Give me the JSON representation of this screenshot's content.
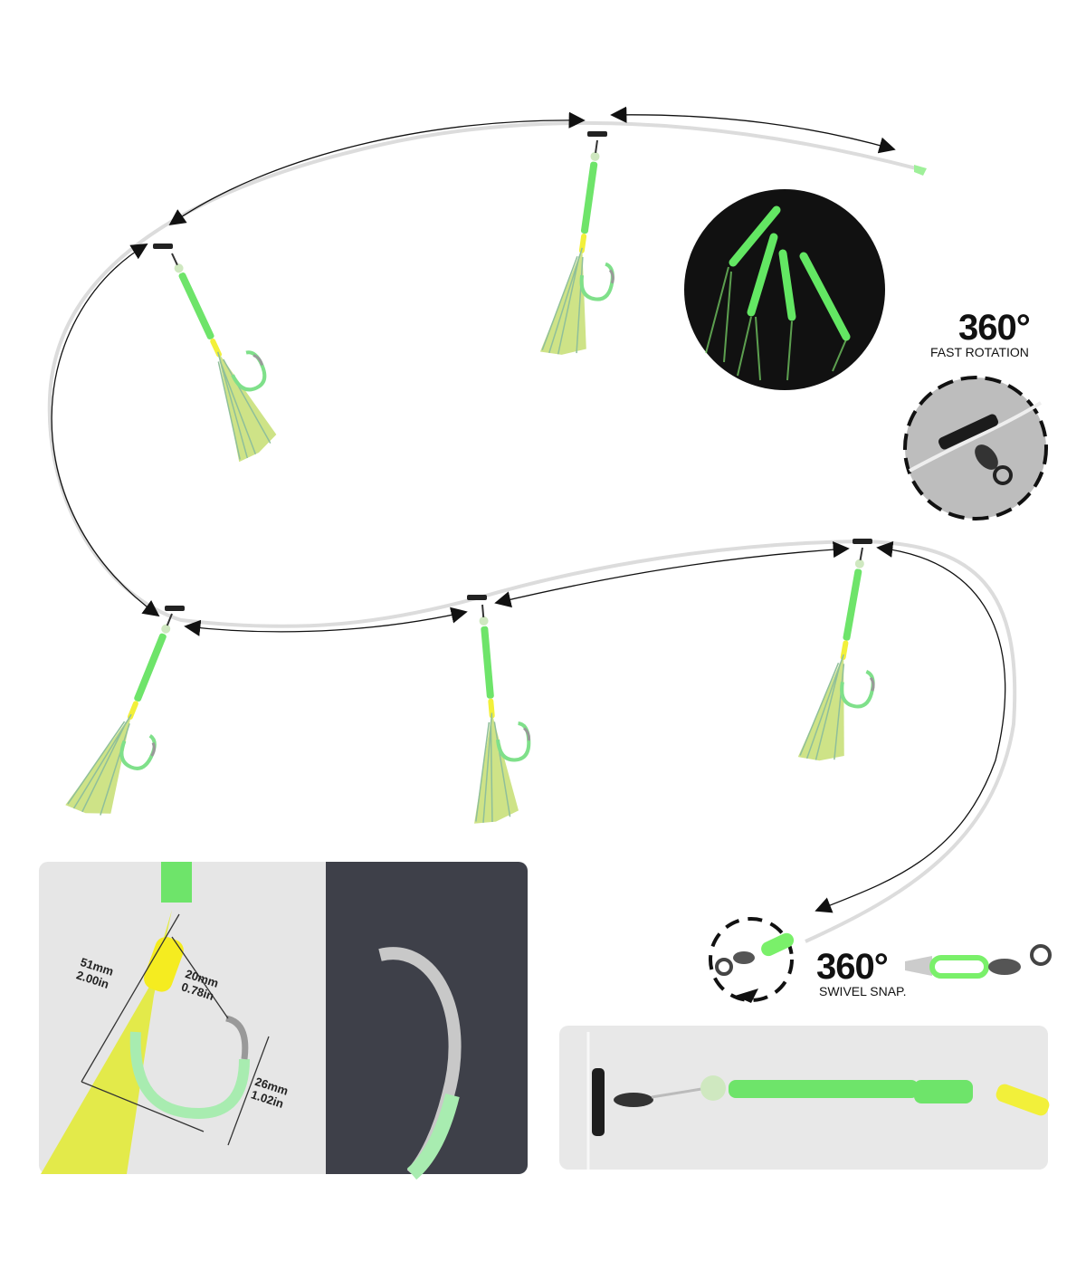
{
  "rotation_callout": {
    "degrees": "360°",
    "label": "FAST ROTATION"
  },
  "swivel_callout": {
    "degrees": "360°",
    "label": "SWIVEL SNAP."
  },
  "dimensions": {
    "length": {
      "mm": "51mm",
      "in": "2.00in"
    },
    "gap": {
      "mm": "20mm",
      "in": "0.78in"
    },
    "height": {
      "mm": "26mm",
      "in": "1.02in"
    }
  },
  "colors": {
    "glow_green": "#6ee46a",
    "yellow": "#f2f03a",
    "line": "#d8d8d8",
    "panel_light": "#e6e6e6",
    "panel_dark": "#3e4049"
  }
}
